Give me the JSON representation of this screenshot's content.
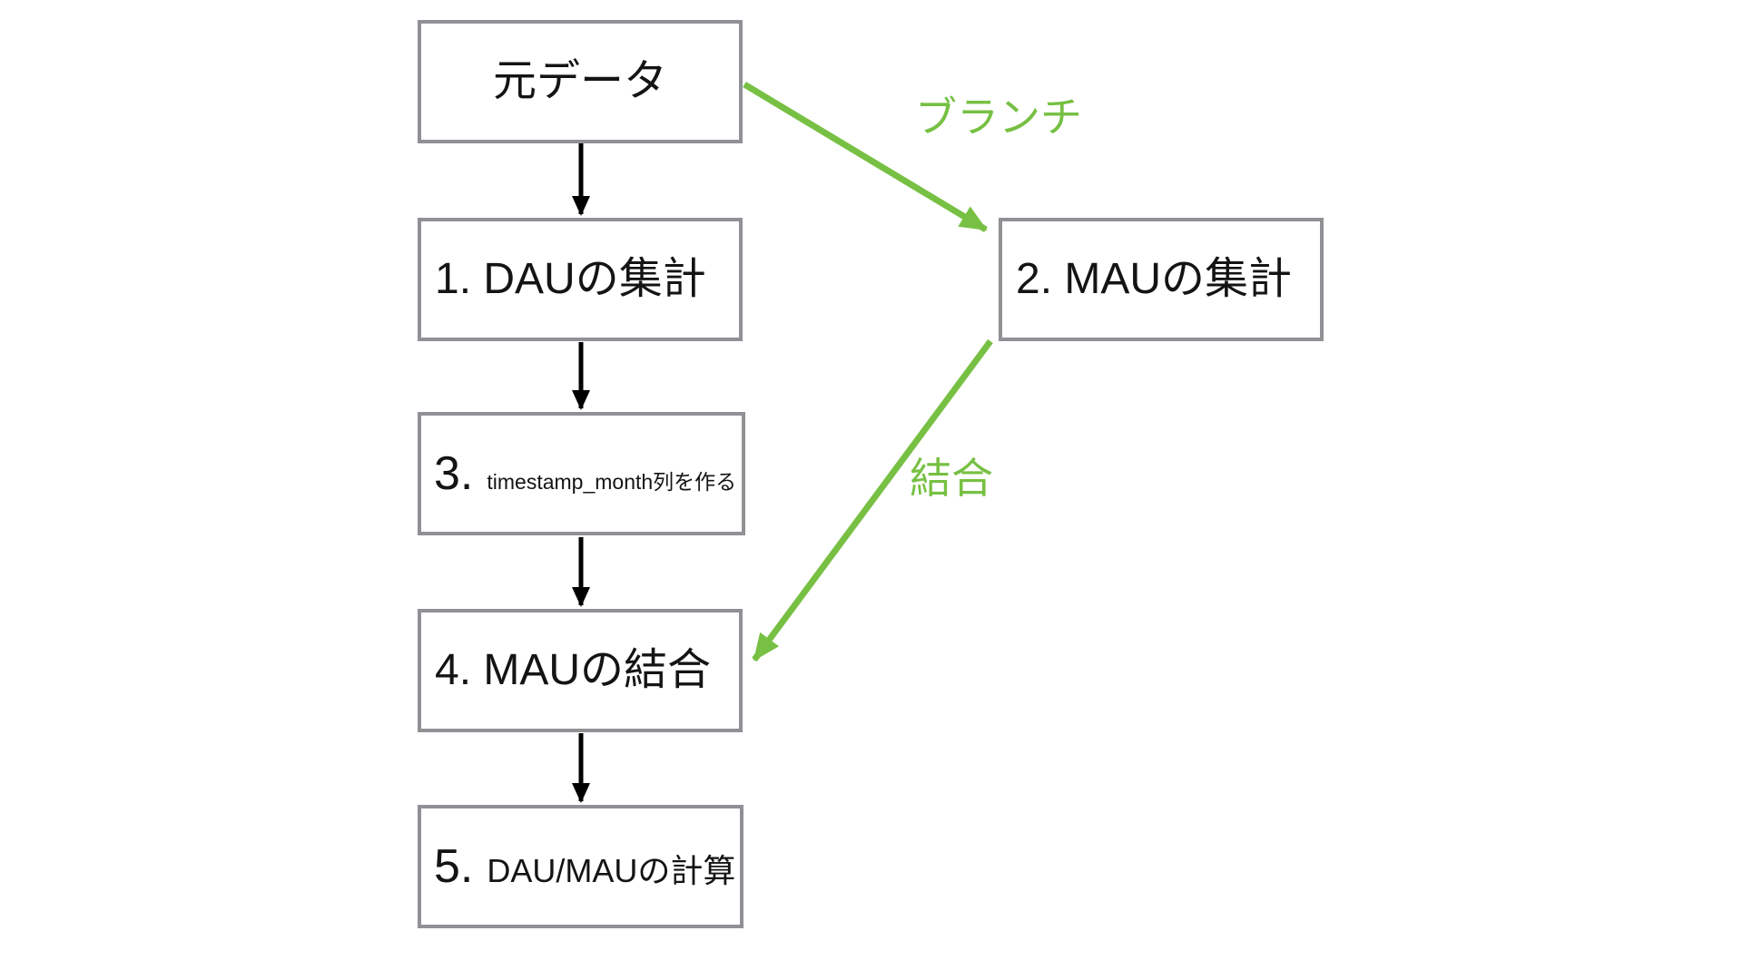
{
  "colors": {
    "background": "#ffffff",
    "box_border": "#909095",
    "box_fill": "#ffffff",
    "text": "#141414",
    "arrow_black": "#000000",
    "accent_green": "#77c043"
  },
  "nodes": {
    "source": {
      "label": "元データ"
    },
    "step1": {
      "label": "1. DAUの集計"
    },
    "step2": {
      "label": "2. MAUの集計"
    },
    "step3": {
      "num": "3.",
      "label": "timestamp_month列を作る"
    },
    "step4": {
      "label": "4. MAUの結合"
    },
    "step5": {
      "num": "5.",
      "label": "DAU/MAUの計算"
    }
  },
  "edge_labels": {
    "branch": "ブランチ",
    "join": "結合"
  }
}
